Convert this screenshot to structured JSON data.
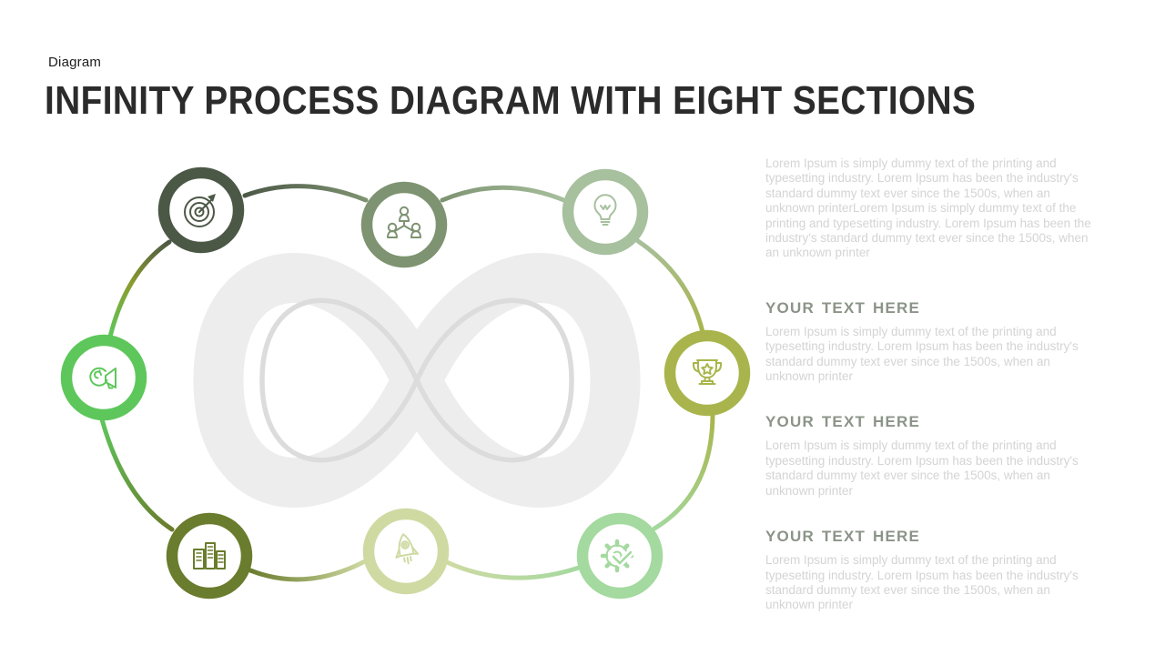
{
  "header": {
    "category_label": "Diagram",
    "title": "INFINITY PROCESS DIAGRAM WITH EIGHT SECTIONS"
  },
  "intro_paragraph": "Lorem Ipsum is simply dummy text of the printing and typesetting industry. Lorem Ipsum has been the industry's standard dummy text ever since the 1500s, when an unknown printerLorem Ipsum is simply dummy text of the printing and typesetting industry. Lorem Ipsum has been the industry's standard dummy text ever since the 1500s, when an unknown printer",
  "sections": [
    {
      "heading": "YOUR TEXT HERE",
      "body": "Lorem Ipsum is simply dummy text of the printing and typesetting industry. Lorem Ipsum has been the industry's standard dummy text ever since the 1500s, when an unknown printer"
    },
    {
      "heading": "YOUR TEXT HERE",
      "body": "Lorem Ipsum is simply dummy text of the printing and typesetting industry. Lorem Ipsum has been the industry's standard dummy text ever since the 1500s, when an unknown printer"
    },
    {
      "heading": "YOUR TEXT HERE",
      "body": "Lorem Ipsum is simply dummy text of the printing and typesetting industry. Lorem Ipsum has been the industry's standard dummy text ever since the 1500s, when an unknown printer"
    }
  ],
  "diagram": {
    "watermark_icon": "infinity-symbol",
    "nodes": [
      {
        "id": "target",
        "icon": "target-icon",
        "color": "#4C5846"
      },
      {
        "id": "team",
        "icon": "team-icon",
        "color": "#7E9371"
      },
      {
        "id": "idea",
        "icon": "light-bulb-icon",
        "color": "#A7C09E"
      },
      {
        "id": "award",
        "icon": "trophy-icon",
        "color": "#A9B54C"
      },
      {
        "id": "process",
        "icon": "gear-check-icon",
        "color": "#A4D99F"
      },
      {
        "id": "launch",
        "icon": "rocket-icon",
        "color": "#CFDAA3"
      },
      {
        "id": "business",
        "icon": "buildings-icon",
        "color": "#6A7C2D"
      },
      {
        "id": "promotion",
        "icon": "megaphone-icon",
        "color": "#5EC75B"
      }
    ]
  },
  "colors": {
    "watermark_band": "#EDEDED",
    "watermark_line": "#DCDCDC",
    "title_text": "#2B2B2B",
    "category_text": "#1C1C1C",
    "section_heading": "#8B9488",
    "body_text": "#D4D4D4",
    "connector_mid_olive": "#8A9C2E"
  }
}
